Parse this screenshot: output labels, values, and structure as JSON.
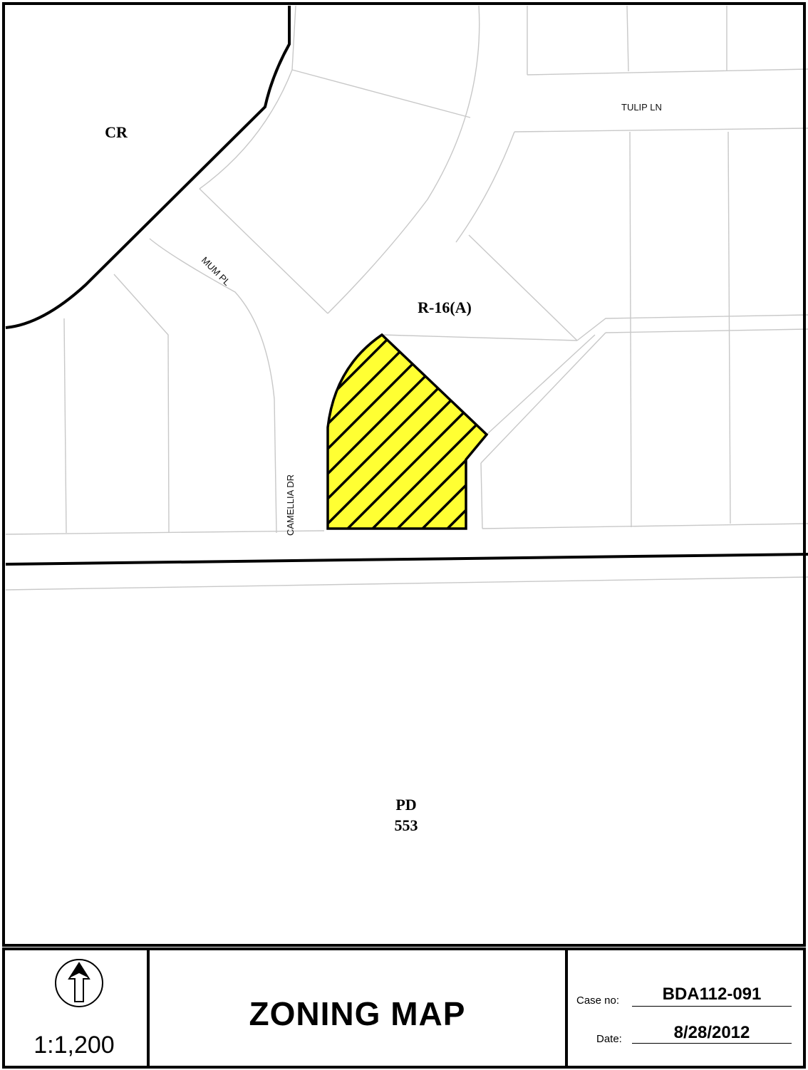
{
  "map": {
    "zones": {
      "cr": "CR",
      "r16a": "R-16(A)",
      "pd": "PD",
      "pd_number": "553"
    },
    "streets": {
      "tulip": "TULIP LN",
      "mum": "MUM PL",
      "camellia": "CAMELLIA DR"
    },
    "colors": {
      "subject_fill": "#ffff33",
      "parcel_lines": "#c8c8c8",
      "boundary": "#000000"
    }
  },
  "footer": {
    "north_icon": "north-arrow-icon",
    "scale": "1:1,200",
    "title": "ZONING MAP",
    "case_label": "Case no:",
    "case_value": "BDA112-091",
    "date_label": "Date:",
    "date_value": "8/28/2012"
  }
}
